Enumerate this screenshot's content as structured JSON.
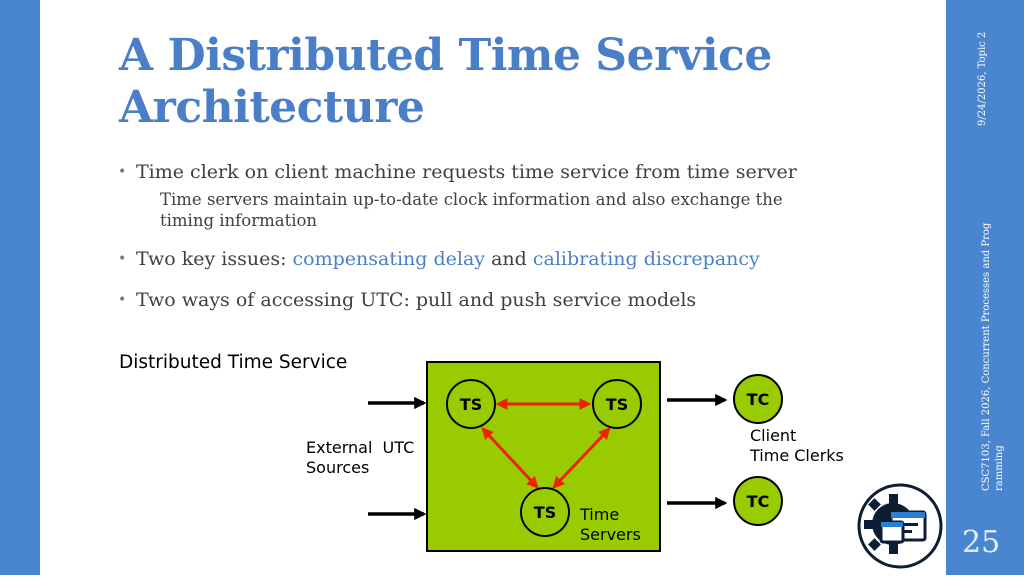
{
  "slide": {
    "title": "A Distributed Time Service Architecture",
    "bullets": {
      "b1": "Time clerk on client machine requests time service from time server",
      "b1_sub": "Time servers maintain up-to-date clock information and also exchange the timing information",
      "b2_prefix": "Two key issues: ",
      "b2_hl1": "compensating delay",
      "b2_mid": " and ",
      "b2_hl2": "calibrating discrepancy",
      "b3": "Two ways of accessing UTC: pull and push service models"
    },
    "bullet_marker": "•",
    "sub_marker": "",
    "page_number": "25"
  },
  "sidebar": {
    "date": "9/24/2026, Topic 2",
    "course_line1": "CSC7103, Fall 2026, Concurrent Processes and Prog",
    "course_line2": "ramming"
  },
  "diagram": {
    "caption": "Distributed Time Service",
    "ts_label": "TS",
    "tc_label": "TC",
    "external_line1": "External  UTC",
    "external_line2": "Sources",
    "client_line1": "Client",
    "client_line2": "Time Clerks",
    "servers_line1": "Time",
    "servers_line2": "Servers",
    "colors": {
      "box": "#99cc00",
      "node": "#99cc00",
      "arrow_red": "#ee2200",
      "arrow_black": "#000000"
    }
  },
  "logo": {
    "icon": "settings-window-icon"
  }
}
